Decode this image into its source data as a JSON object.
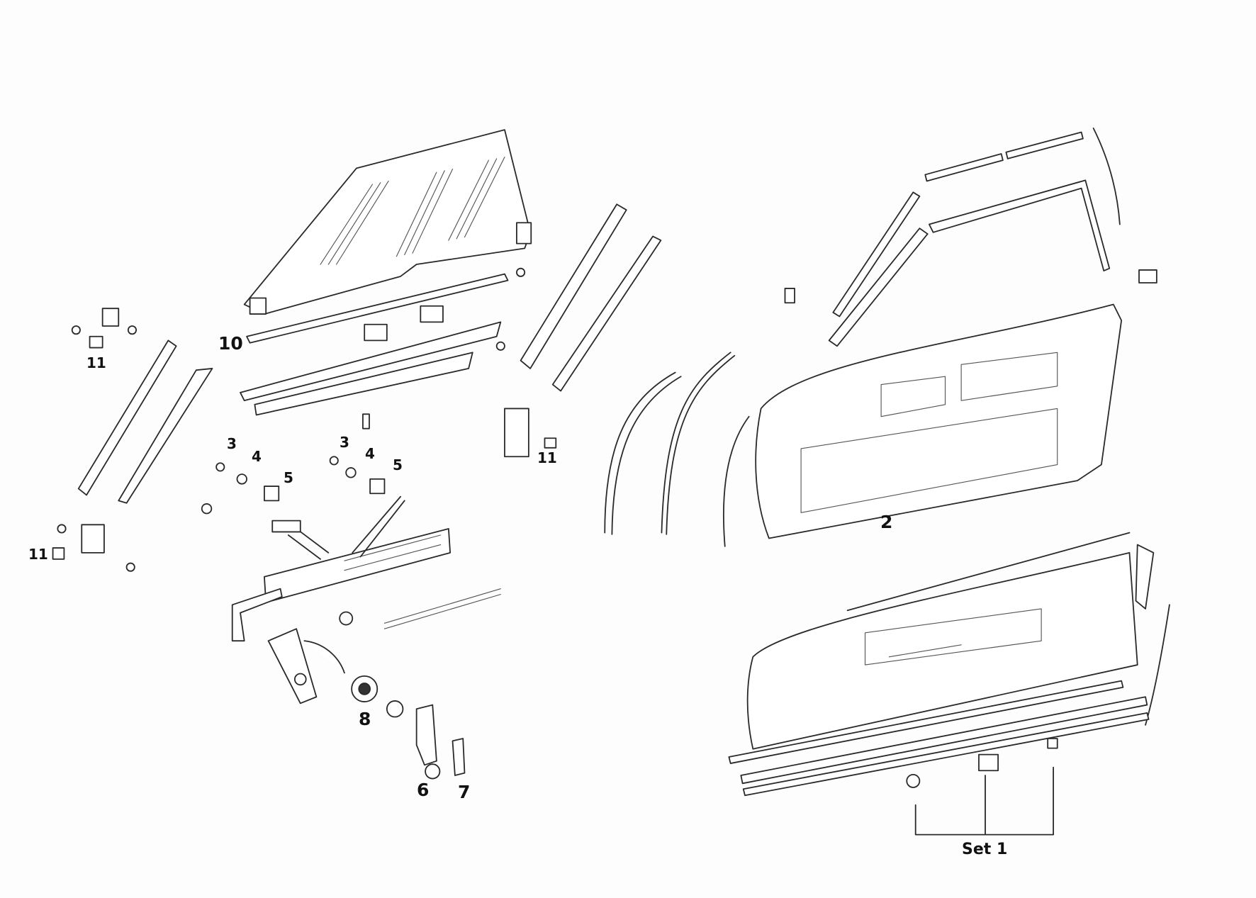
{
  "diagram": {
    "labels": {
      "part_10": "10",
      "part_11_a": "11",
      "part_11_b": "11",
      "part_11_c": "11",
      "part_3_a": "3",
      "part_4_a": "4",
      "part_5_a": "5",
      "part_3_b": "3",
      "part_4_b": "4",
      "part_5_b": "5",
      "part_2": "2",
      "part_8": "8",
      "part_6": "6",
      "part_7": "7",
      "set_1": "Set 1"
    }
  }
}
